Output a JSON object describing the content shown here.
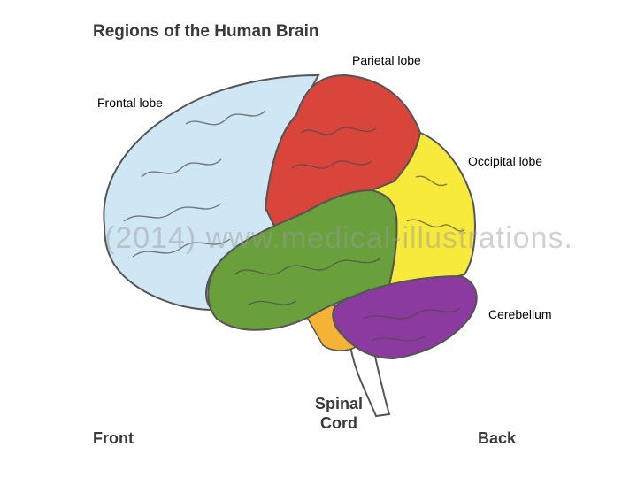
{
  "title": "Regions of the Human Brain",
  "labels": {
    "parietal": "Parietal lobe",
    "frontal": "Frontal lobe",
    "occipital": "Occipital lobe",
    "cerebellum": "Cerebellum",
    "spinal_line1": "Spinal",
    "spinal_line2": "Cord",
    "front": "Front",
    "back": "Back"
  },
  "watermark": "(2014) www.medical-illustrations.",
  "colors": {
    "frontal": "#cfe6f5",
    "parietal": "#d9453a",
    "occipital": "#f8ea3a",
    "temporal": "#6aa03c",
    "cerebellum": "#8b3aa0",
    "brainstem": "#f5b335"
  }
}
